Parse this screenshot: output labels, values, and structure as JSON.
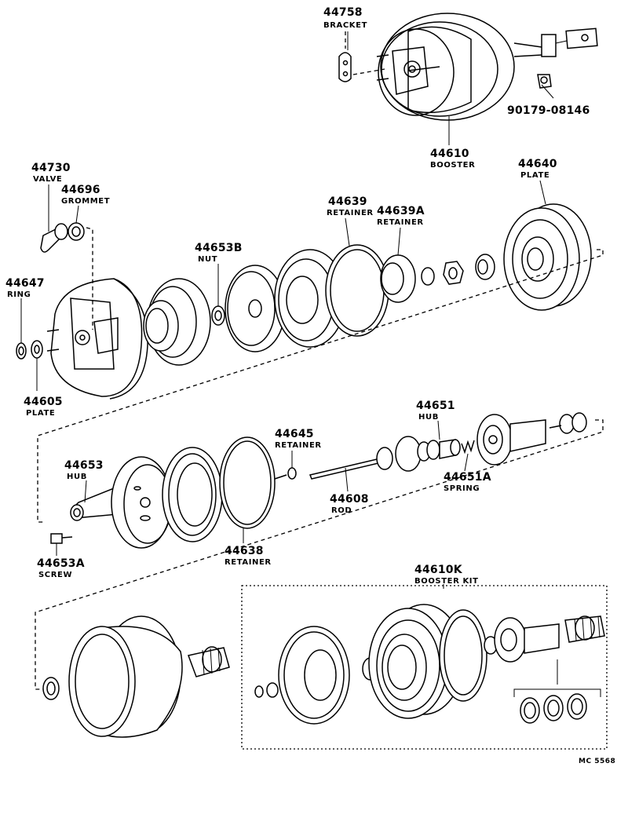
{
  "labels": {
    "p44758": {
      "num": "44758",
      "name": "BRACKET"
    },
    "p90179": {
      "num": "90179-08146"
    },
    "p44610": {
      "num": "44610",
      "name": "BOOSTER"
    },
    "p44730": {
      "num": "44730",
      "name": "VALVE"
    },
    "p44696": {
      "num": "44696",
      "name": "GROMMET"
    },
    "p44647": {
      "num": "44647",
      "name": "RING"
    },
    "p44605": {
      "num": "44605",
      "name": "PLATE"
    },
    "p44653B": {
      "num": "44653B",
      "name": "NUT"
    },
    "p44639": {
      "num": "44639",
      "name": "RETAINER"
    },
    "p44639A": {
      "num": "44639A",
      "name": "RETAINER"
    },
    "p44640": {
      "num": "44640",
      "name": "PLATE"
    },
    "p44651": {
      "num": "44651",
      "name": "HUB"
    },
    "p44645": {
      "num": "44645",
      "name": "RETAINER"
    },
    "p44653": {
      "num": "44653",
      "name": "HUB"
    },
    "p44608": {
      "num": "44608",
      "name": "ROD"
    },
    "p44651A": {
      "num": "44651A",
      "name": "SPRING"
    },
    "p44638": {
      "num": "44638",
      "name": "RETAINER"
    },
    "p44653A": {
      "num": "44653A",
      "name": "SCREW"
    },
    "p44610K": {
      "num": "44610K",
      "name": "BOOSTER KIT"
    }
  },
  "footer_code": "MC 5568"
}
